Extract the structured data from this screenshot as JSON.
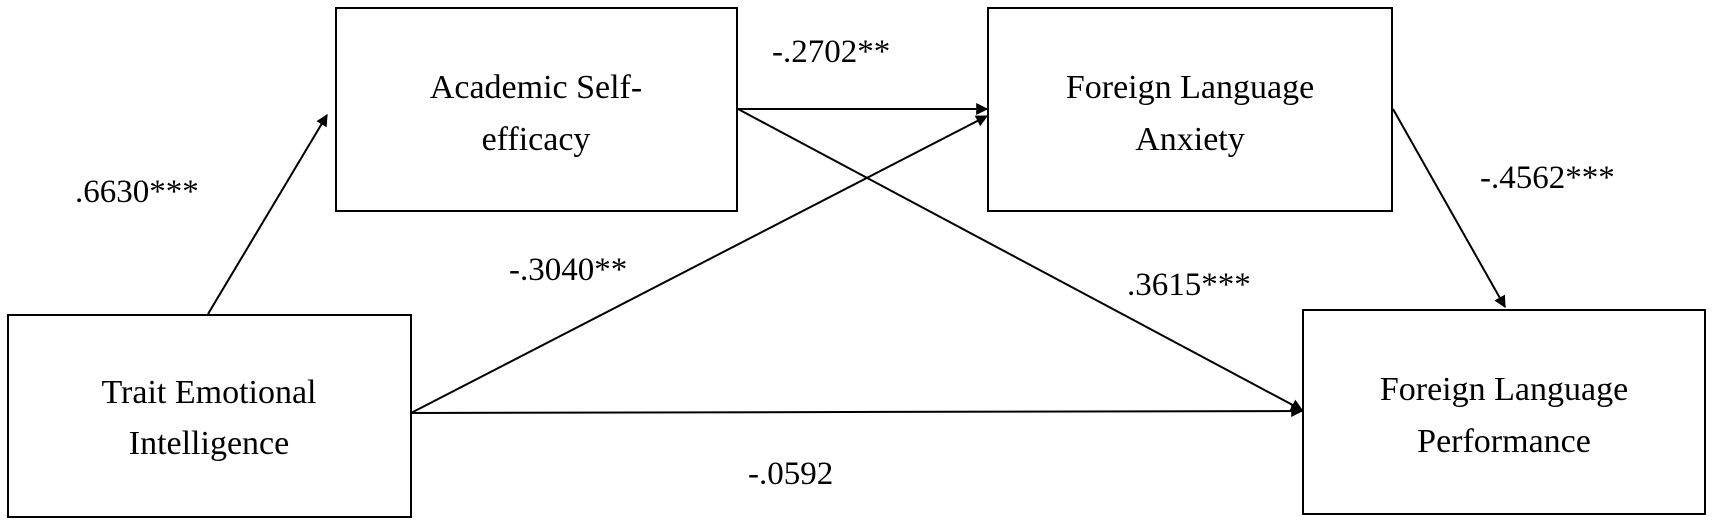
{
  "nodes": {
    "trait_ei": {
      "lines": [
        "Trait Emotional",
        "Intelligence"
      ]
    },
    "academic_se": {
      "lines": [
        "Academic Self-",
        "efficacy"
      ]
    },
    "fl_anxiety": {
      "lines": [
        "Foreign Language",
        "Anxiety"
      ]
    },
    "fl_performance": {
      "lines": [
        "Foreign Language",
        "Performance"
      ]
    }
  },
  "edges": {
    "ei_to_se": ".6630***",
    "se_to_anx": "-.2702**",
    "ei_to_anx": "-.3040**",
    "se_to_perf": ".3615***",
    "anx_to_perf": "-.4562***",
    "ei_to_perf": "-.0592"
  },
  "colors": {
    "stroke": "#000000",
    "background": "#ffffff"
  }
}
